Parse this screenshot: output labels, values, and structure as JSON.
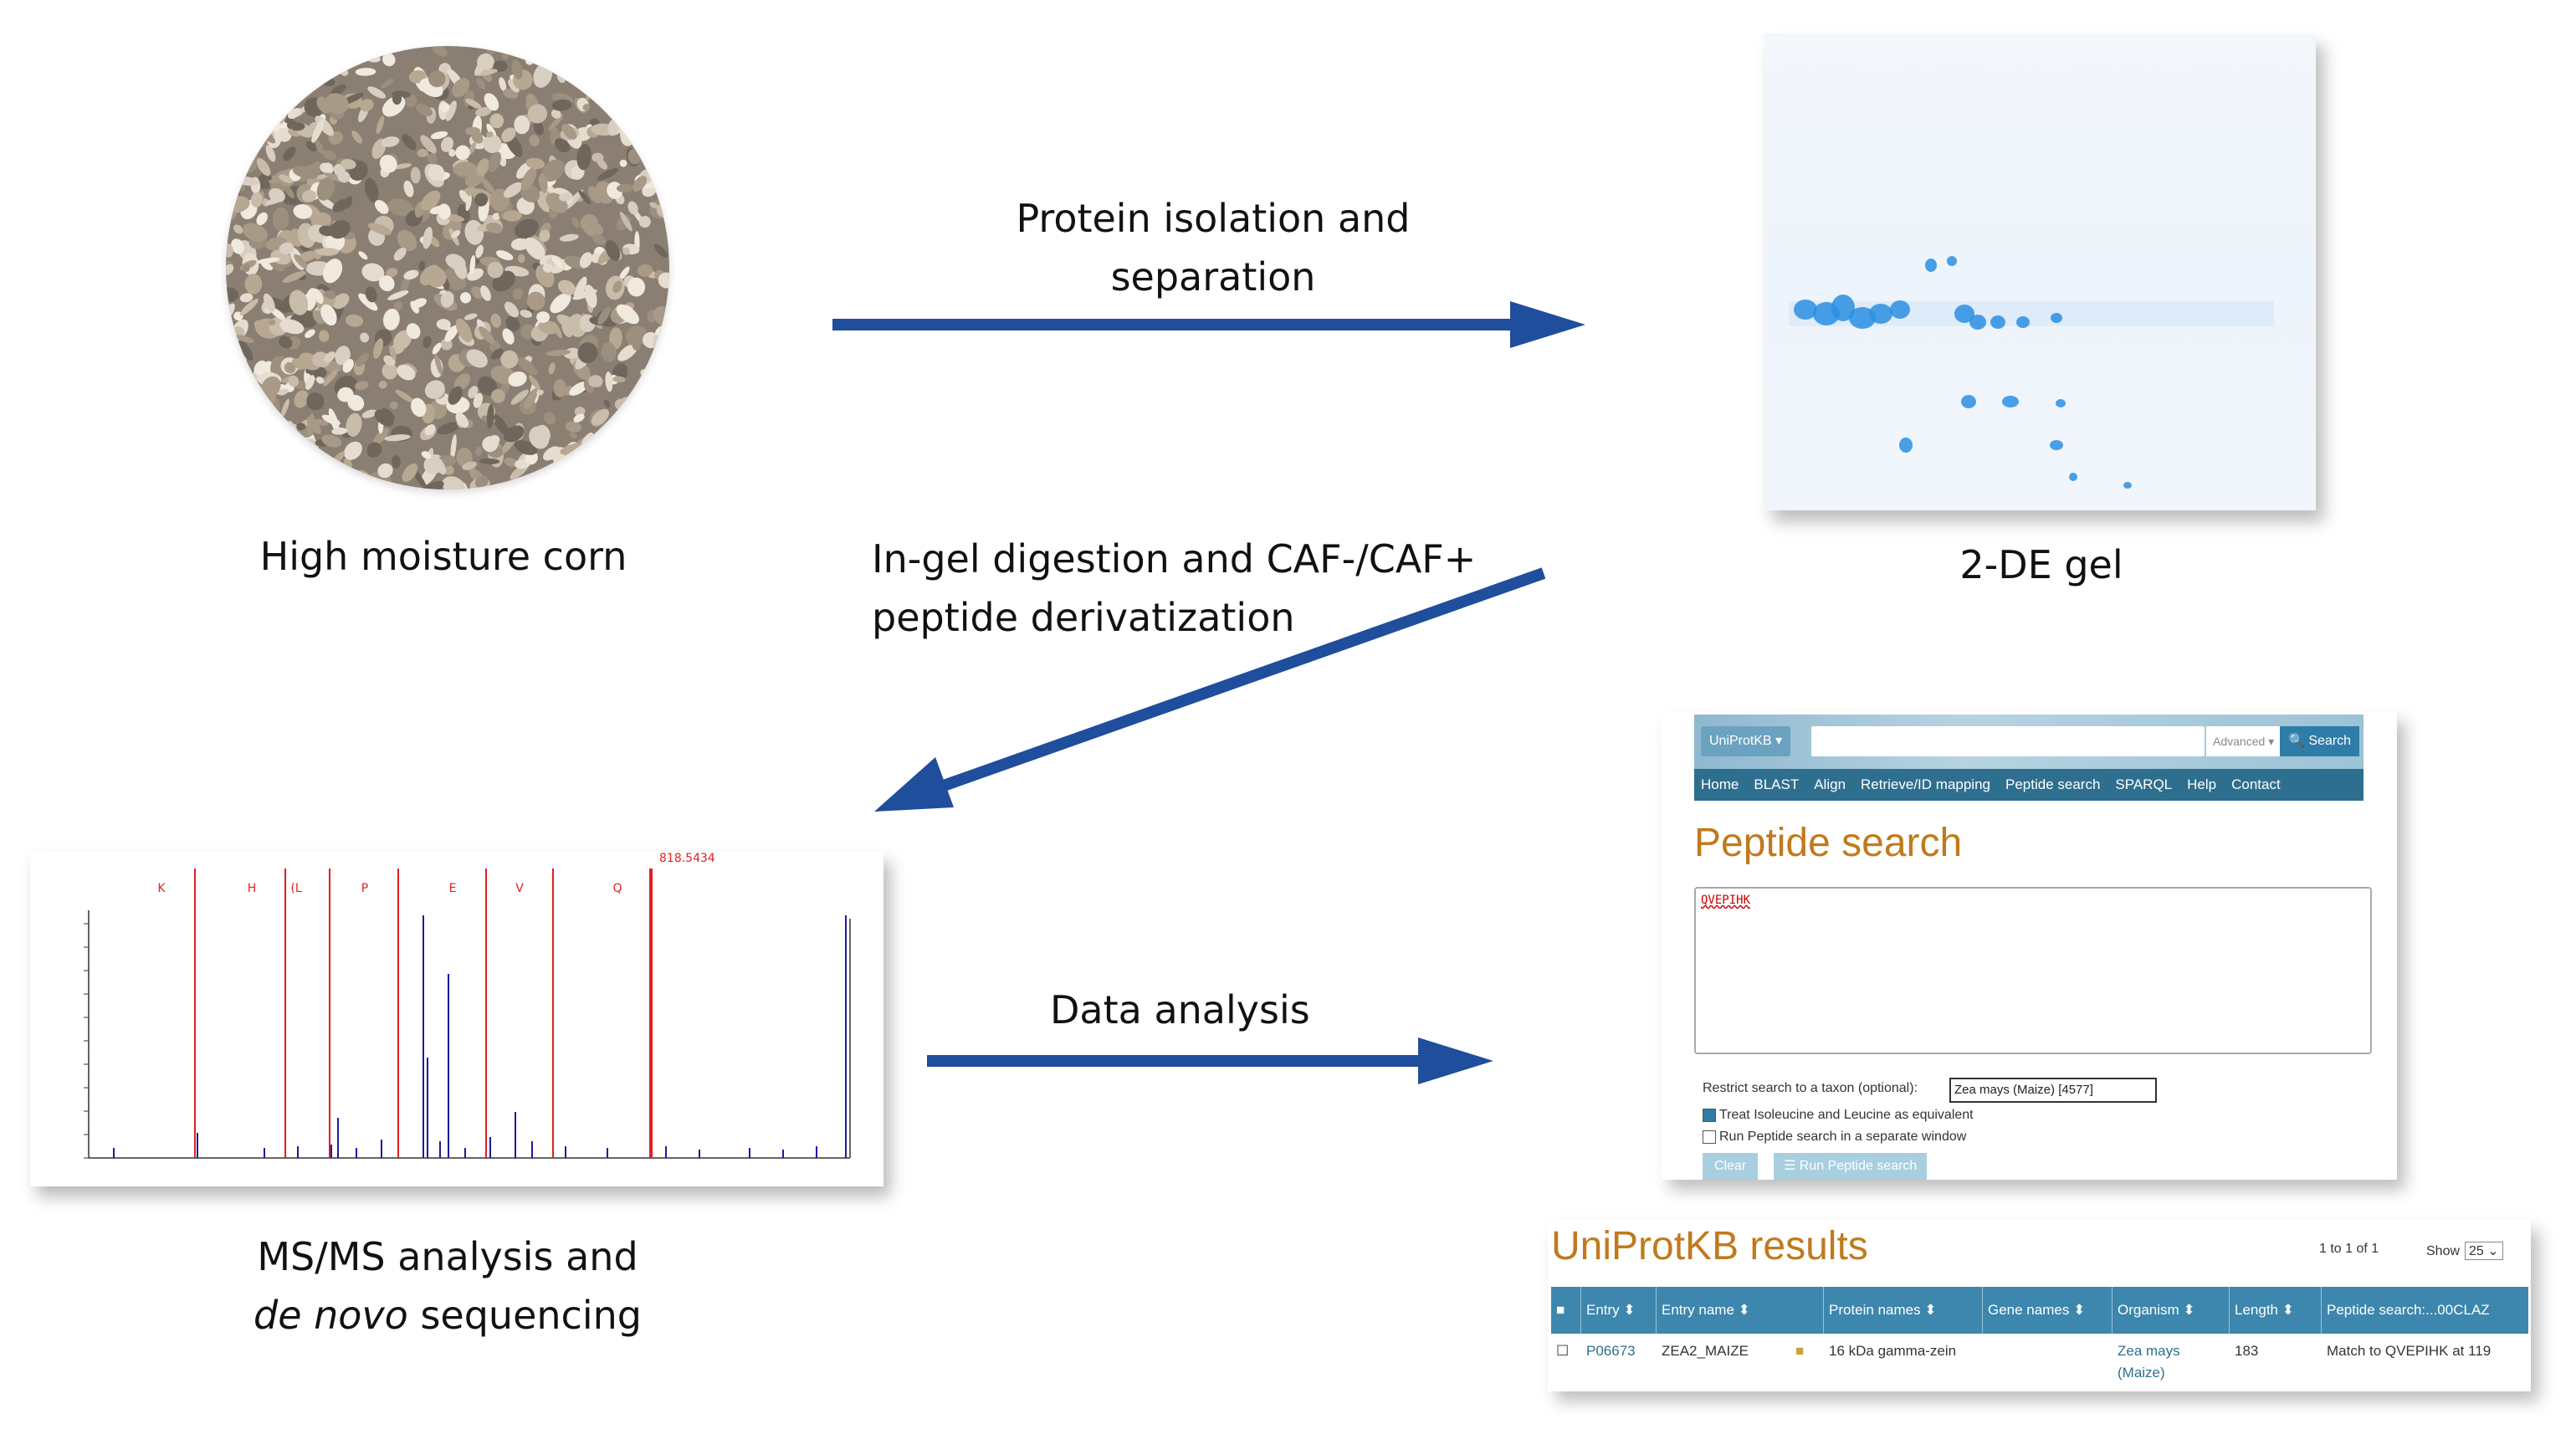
{
  "steps": {
    "corn_caption": "High moisture corn",
    "gel_caption": "2-DE gel",
    "isolation_line1": "Protein isolation and",
    "isolation_line2": "separation",
    "digestion_line1": "In-gel digestion and CAF-/CAF+",
    "digestion_line2": "peptide derivatization",
    "data_analysis": "Data analysis",
    "msms_line1": "MS/MS analysis and",
    "msms_line2_italic": "de novo",
    "msms_line2_rest": " sequencing"
  },
  "colors": {
    "arrow": "#1f4e9c",
    "gel_spot": "#2b8fe0",
    "spectrum_red": "#e02020",
    "spectrum_blue": "#1a1aa0",
    "uniprot_title": "#c07a1d",
    "uniprot_nav": "#2e6f8f"
  },
  "spectrum": {
    "residue_labels": [
      "K",
      "H",
      "(L",
      "P",
      "E",
      "V",
      "Q"
    ],
    "precursor_label": "818.5434"
  },
  "uniprot_search": {
    "db_selector": "UniProtKB ▾",
    "advanced": "Advanced ▾",
    "search_button": "Search",
    "nav": [
      "Home",
      "BLAST",
      "Align",
      "Retrieve/ID mapping",
      "Peptide search",
      "SPARQL",
      "Help",
      "Contact"
    ],
    "title": "Peptide search",
    "query": "QVEPIHK",
    "taxon_label": "Restrict search to a taxon (optional):",
    "taxon_value": "Zea mays (Maize) [4577]",
    "option_equivalent": "Treat Isoleucine and Leucine as equivalent",
    "option_window": "Run Peptide search in a separate window",
    "clear_button": "Clear",
    "run_button": "Run Peptide search"
  },
  "uniprot_results": {
    "title": "UniProtKB results",
    "count": "1 to 1 of 1",
    "show_label": "Show",
    "show_value": "25",
    "columns": [
      "Entry",
      "Entry name",
      "Protein names",
      "Gene names",
      "Organism",
      "Length",
      "Peptide search:...00CLAZ"
    ],
    "row": {
      "entry": "P06673",
      "entry_name": "ZEA2_MAIZE",
      "protein_name": "16 kDa gamma-zein",
      "gene_names": "",
      "organism": "Zea mays (Maize)",
      "length": "183",
      "match": "Match to QVEPIHK at 119"
    }
  }
}
